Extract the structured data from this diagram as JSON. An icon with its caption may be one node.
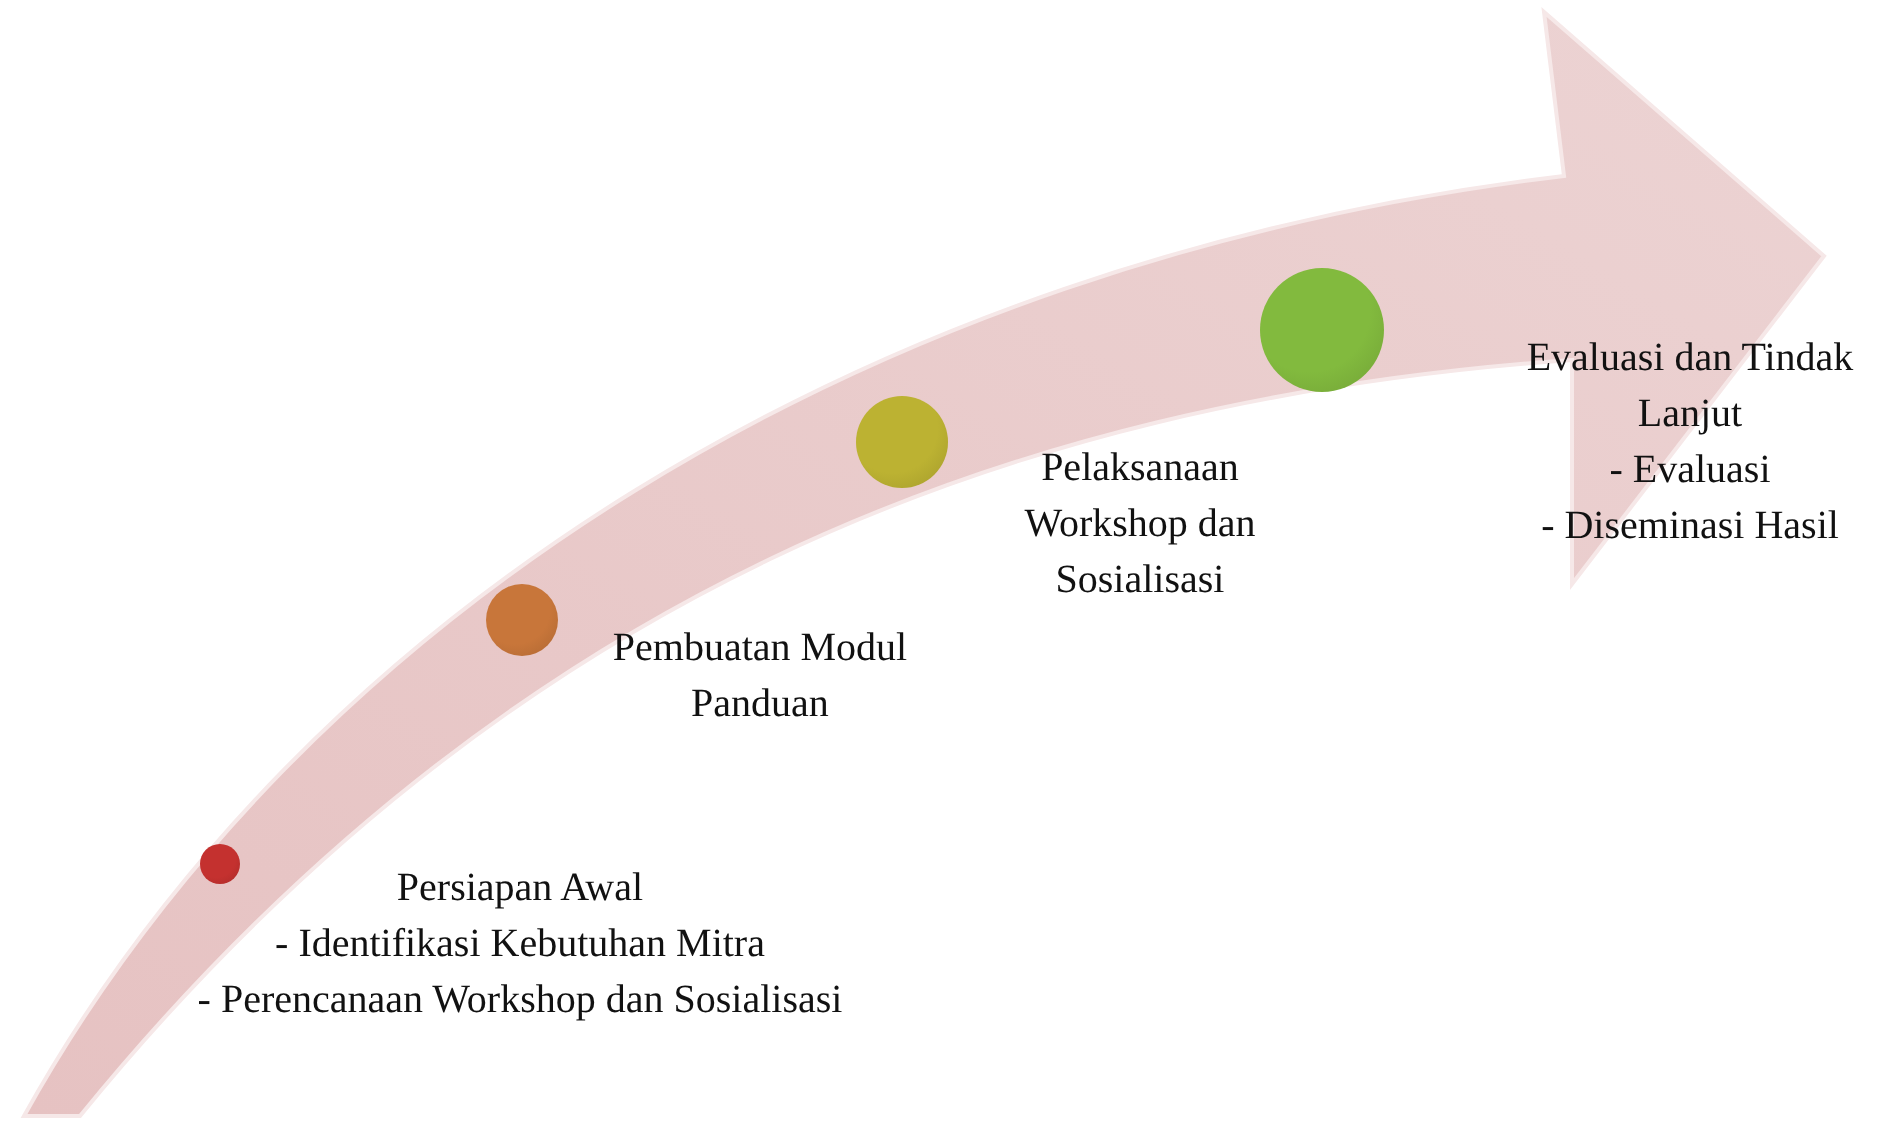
{
  "diagram": {
    "nodes": [
      {
        "text": [],
        "shape": "circle",
        "beside": [
          "Persiapan Awal",
          "- Identifikasi Kebutuhan Mitra",
          "- Perencanaan Workshop dan Sosialisasi"
        ]
      },
      {
        "text": [],
        "shape": "circle",
        "beside": [
          "Pembuatan Modul Panduan"
        ]
      },
      {
        "text": [],
        "shape": "circle",
        "beside": [
          "Pelaksanaan Workshop dan Sosialisasi"
        ]
      },
      {
        "text": [],
        "shape": "circle",
        "beside": [
          "Evaluasi dan Tindak Lanjut",
          "- Evaluasi",
          "- Diseminasi Hasil"
        ]
      }
    ],
    "edges": []
  }
}
